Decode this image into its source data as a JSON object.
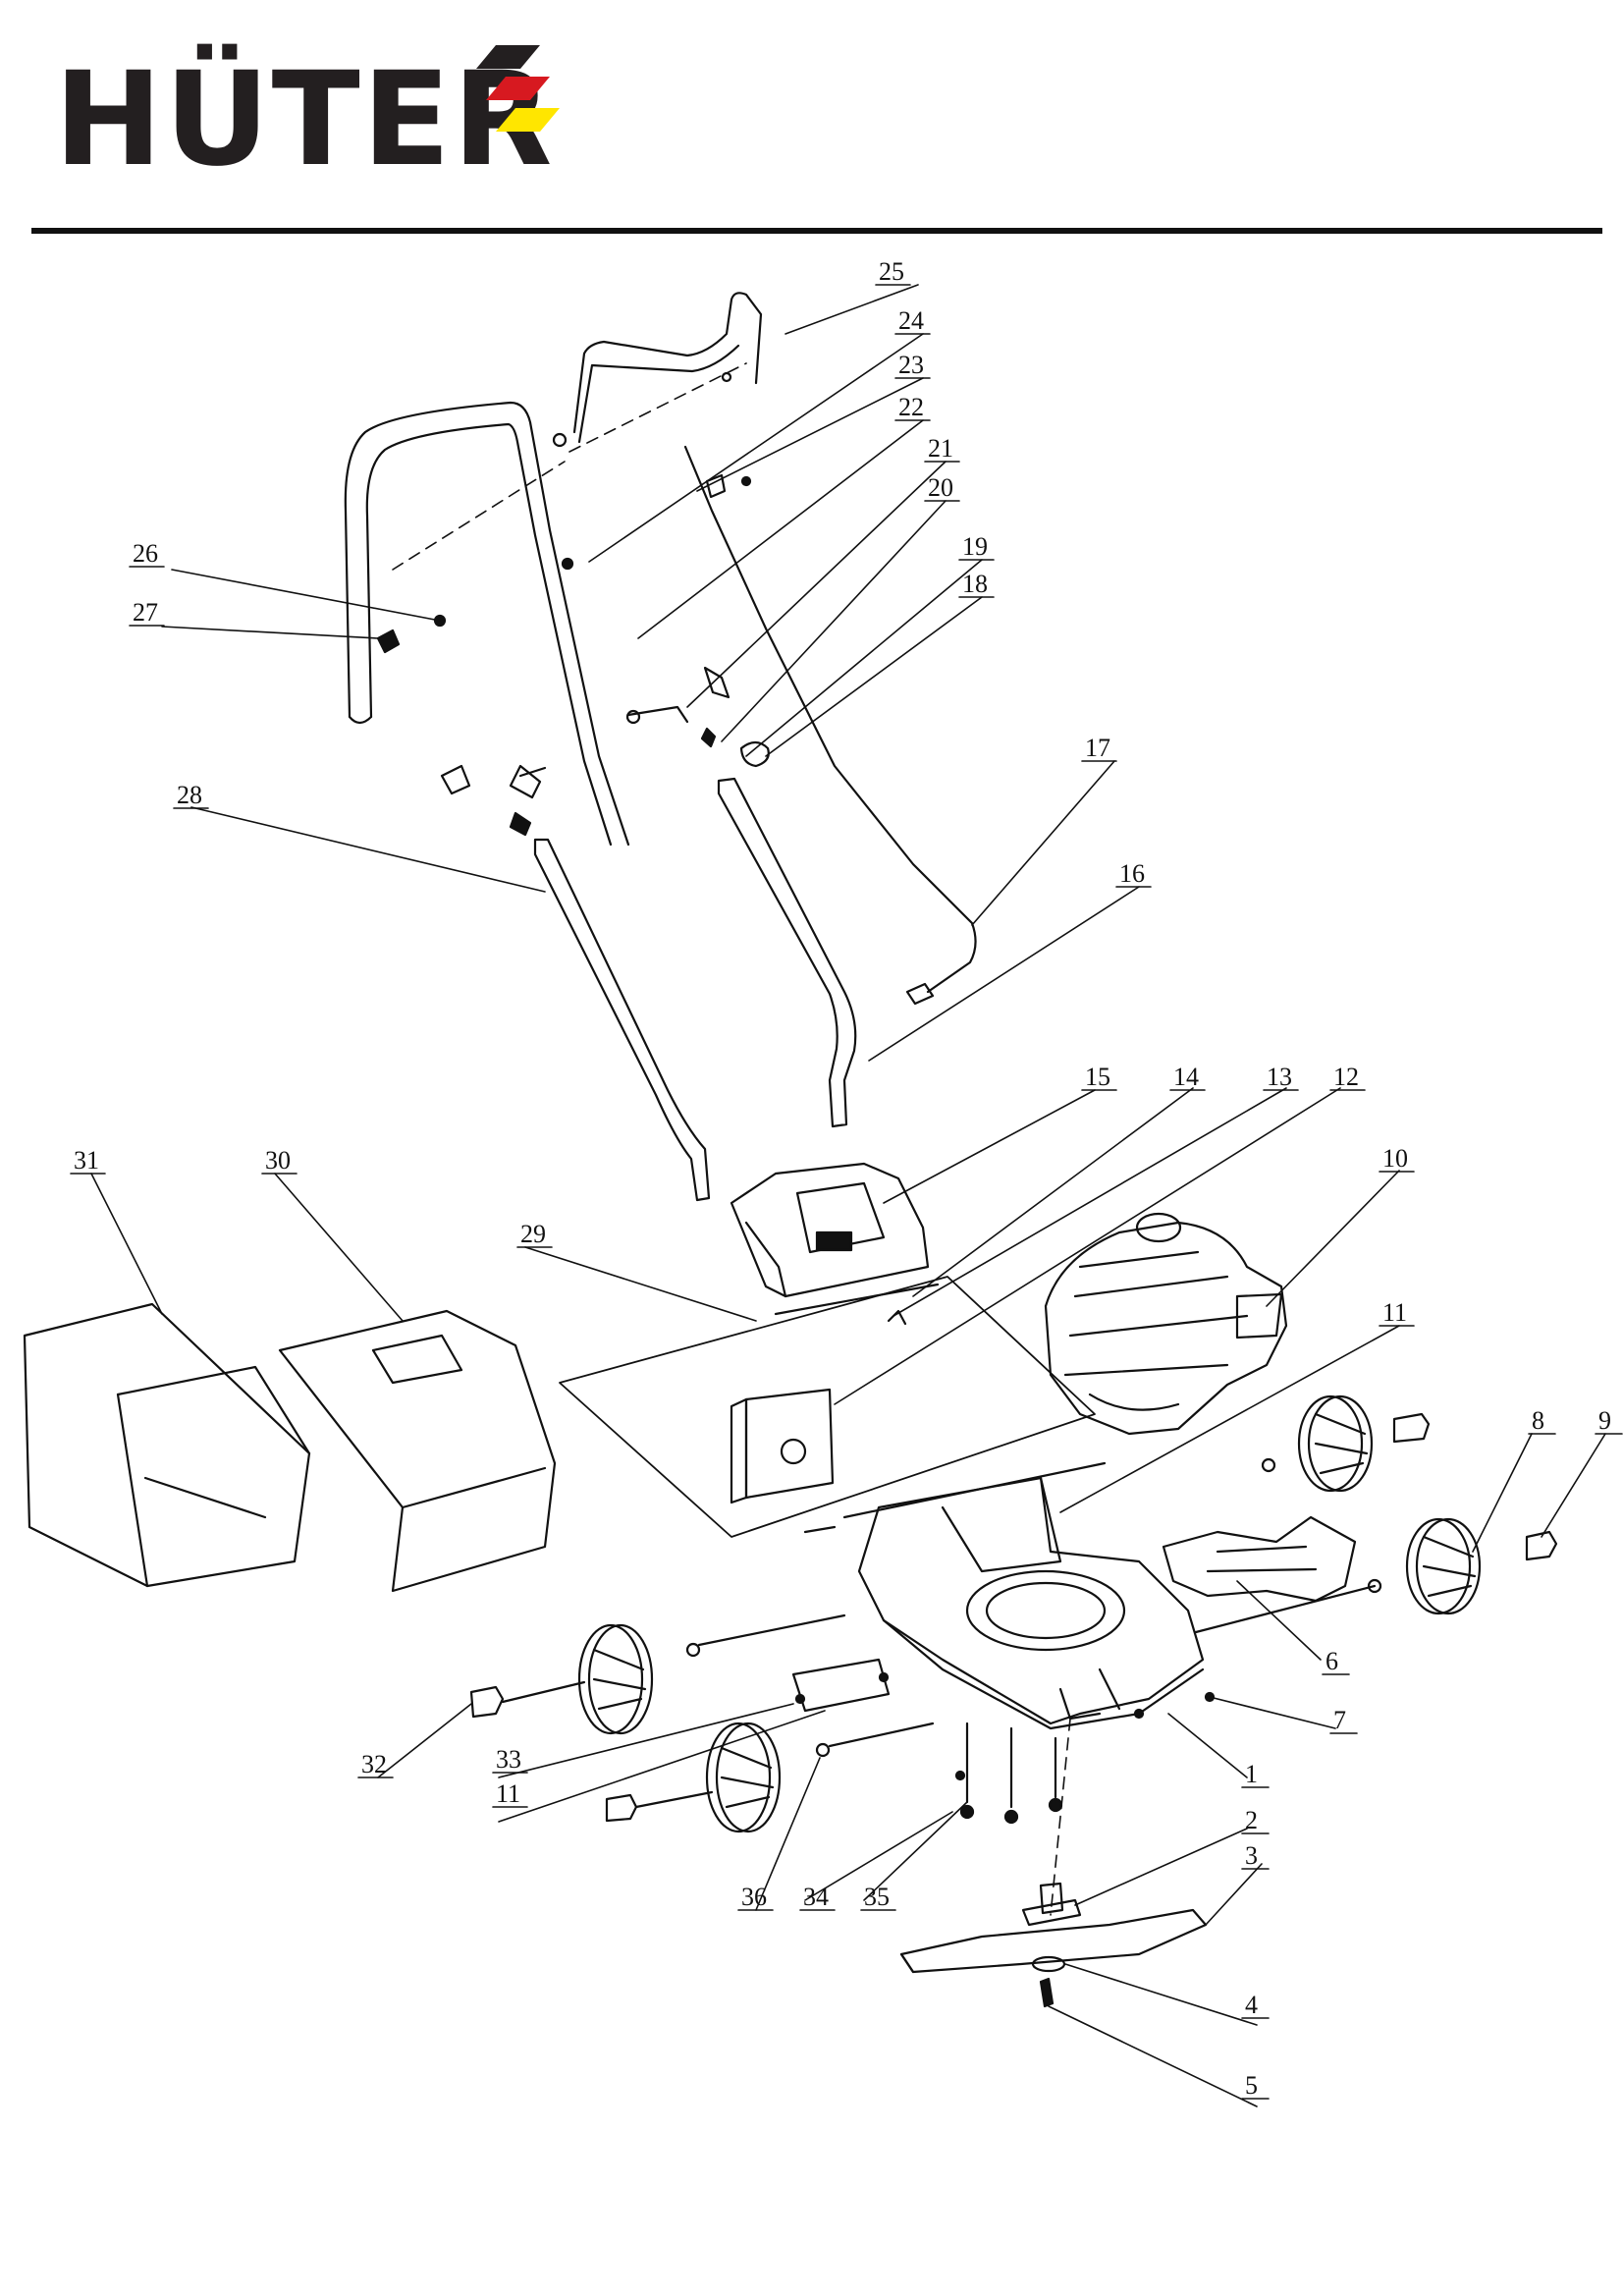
{
  "header": {
    "brand": "HÜTER",
    "brand_colors": {
      "text": "#231f20",
      "stripe_red": "#d71920",
      "stripe_yellow": "#ffe600",
      "stripe_black": "#231f20"
    }
  },
  "diagram": {
    "kind": "exploded-parts-view",
    "line_color": "#111111",
    "callouts": [
      "1",
      "2",
      "3",
      "4",
      "5",
      "6",
      "7",
      "8",
      "9",
      "10",
      "11",
      "11",
      "12",
      "13",
      "14",
      "15",
      "16",
      "17",
      "18",
      "19",
      "20",
      "21",
      "22",
      "23",
      "24",
      "25",
      "26",
      "27",
      "28",
      "29",
      "30",
      "31",
      "32",
      "33",
      "34",
      "35",
      "36"
    ]
  }
}
